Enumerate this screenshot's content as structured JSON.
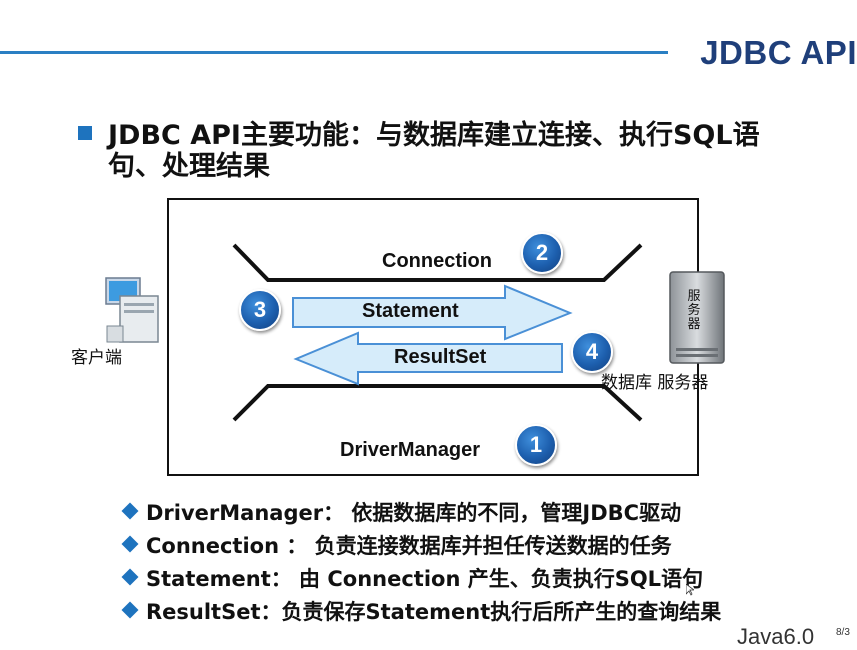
{
  "slide": {
    "title": "JDBC API",
    "main_point": "JDBC API主要功能：与数据库建立连接、执行SQL语句、处理结果"
  },
  "diagram": {
    "connection": "Connection",
    "statement": "Statement",
    "resultset": "ResultSet",
    "drivermanager": "DriverManager",
    "badges": [
      "1",
      "2",
      "3",
      "4"
    ],
    "client_label": "客户端",
    "server_label": "数据库 服务器",
    "server_box_text": "服务器"
  },
  "points": [
    "DriverManager： 依据数据库的不同，管理JDBC驱动",
    "Connection ： 负责连接数据库并担任传送数据的任务",
    "Statement： 由 Connection 产生、负责执行SQL语句",
    "ResultSet：负责保存Statement执行后所产生的查询结果"
  ],
  "footer": {
    "text": "Java6.0",
    "page": "8/3"
  },
  "colors": {
    "accent": "#1e73be",
    "title": "#1f3f7a",
    "arrow_fill": "#d6ecfa",
    "arrow_stroke": "#4a90d6"
  }
}
